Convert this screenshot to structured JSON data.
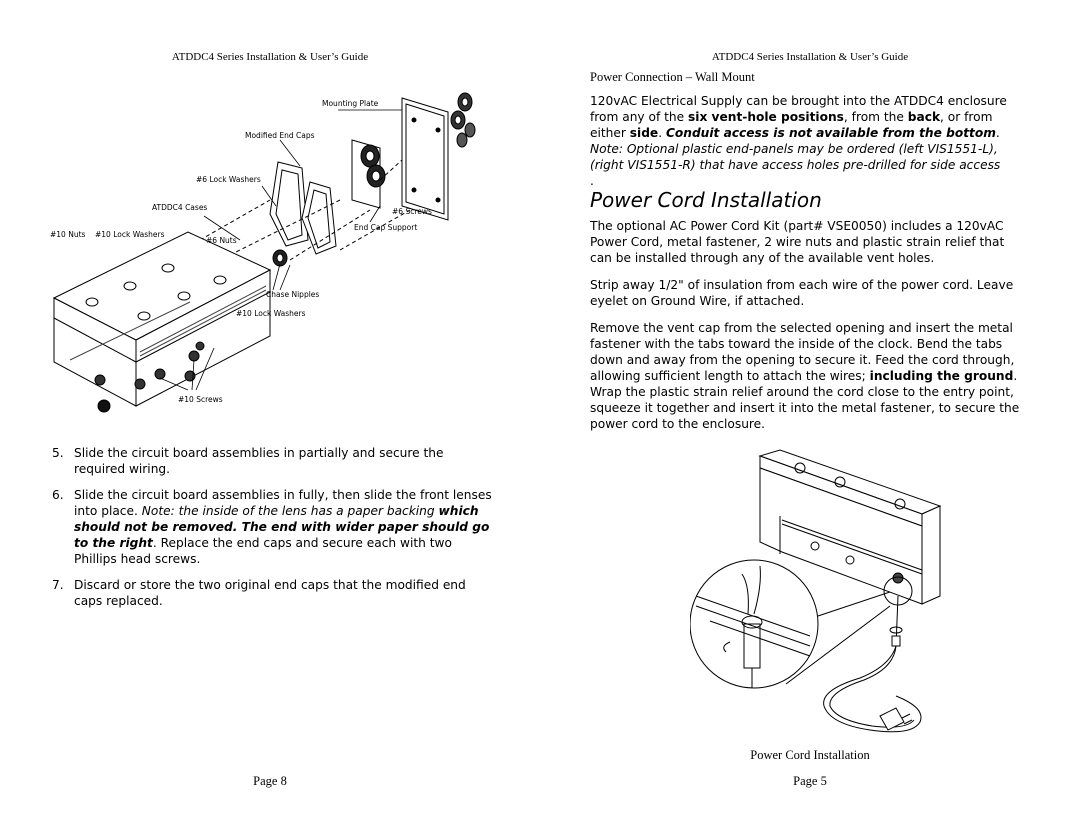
{
  "left_page": {
    "running_header": "ATDDC4 Series Installation & User’s Guide",
    "diagram_labels": {
      "mounting_plate": "Mounting Plate",
      "modified_end_caps": "Modified End Caps",
      "lock_washers_6": "#6 Lock Washers",
      "atddc4_cases": "ATDDC4 Cases",
      "screws_6": "#6 Screws",
      "end_cap_support": "End Cap Support",
      "nuts_10": "#10 Nuts",
      "lock_washers_10_top": "#10 Lock Washers",
      "nuts_6": "#6 Nuts",
      "chase_nipples": "Chase Nipples",
      "lock_washers_10_mid": "#10 Lock Washers",
      "screws_10": "#10 Screws"
    },
    "steps": [
      {
        "num": "5.",
        "text": "Slide the circuit board assemblies in partially and secure the required wiring."
      },
      {
        "num": "6.",
        "text_a": "Slide the circuit board assemblies in fully, then slide the front lenses into place. ",
        "italic_a": "Note: the inside of the lens has a paper backing ",
        "bold_italic": "which should not be removed. The end with wider paper should go to the right",
        "text_b": ". Replace the end caps and secure each with two Phillips head screws."
      },
      {
        "num": "7.",
        "text": "Discard or store the two original end caps that the modified end caps replaced."
      }
    ],
    "page_number": "Page 8"
  },
  "right_page": {
    "running_header": "ATDDC4 Series Installation & User’s Guide",
    "subheading": "Power Connection – Wall Mount",
    "supply_para": {
      "t1": "120vAC Electrical Supply can be brought into the ATDDC4 enclosure from any of the ",
      "b1": "six vent-hole positions",
      "t2": ", from the ",
      "b2": "back",
      "t3": ", or from either ",
      "b3": "side",
      "t4": ". ",
      "bi1": "Conduit access is not available from the bottom",
      "t5": ".",
      "note": "Note: Optional plastic end-panels may be ordered (left VIS1551-L), (right VIS1551-R) that have access holes pre-drilled for side access",
      "dot": "."
    },
    "section_heading": "Power Cord Installation",
    "paragraphs": [
      "The optional AC Power Cord Kit (part# VSE0050) includes a 120vAC Power Cord, metal fastener, 2 wire nuts and plastic strain relief that can be installed through any of the available vent holes.",
      "Strip away 1/2\" of insulation from each wire of the power cord. Leave eyelet on Ground Wire, if attached."
    ],
    "remove_para": {
      "t1": "Remove the vent cap from the selected opening and insert the metal fastener with the tabs toward the inside of the clock. Bend the tabs down and away from the opening to secure it. Feed the cord through, allowing sufficient length to attach the wires; ",
      "b1": "including the ground",
      "t2": ". Wrap the plastic strain relief around the cord close to the entry point, squeeze it together and insert it into the metal fastener, to secure the power cord to the enclosure."
    },
    "figure_caption": "Power Cord Installation",
    "page_number": "Page 5"
  }
}
